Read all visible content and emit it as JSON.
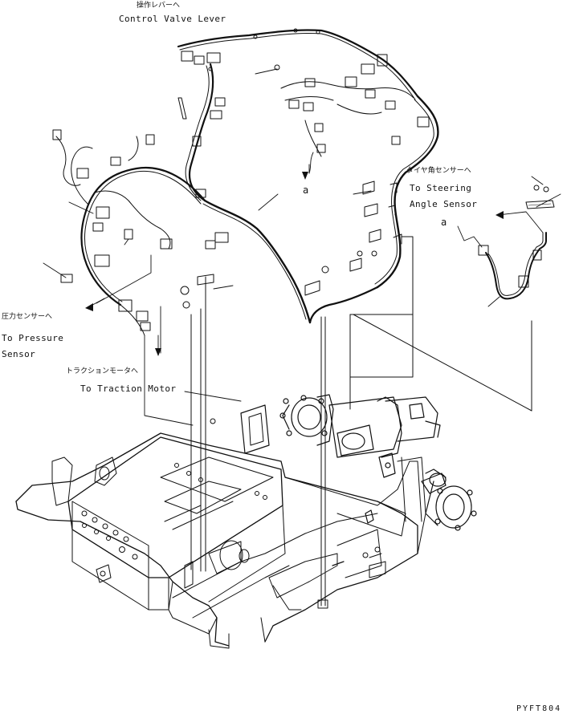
{
  "labels": {
    "control_valve_jp": "操作レバーへ",
    "control_valve_en": "Control Valve Lever",
    "steering_jp": "タイヤ角センサーへ",
    "steering_en_1": "To Steering",
    "steering_en_2": "Angle Sensor",
    "pressure_jp": "圧力センサーへ",
    "pressure_en_1": "To Pressure",
    "pressure_en_2": "Sensor",
    "traction_jp": "トラクションモータへ",
    "traction_en": "To Traction Motor",
    "ref_a_1": "a",
    "ref_a_2": "a"
  },
  "drawing_code": "PYFT804",
  "colors": {
    "line": "#111111",
    "background": "#ffffff"
  }
}
